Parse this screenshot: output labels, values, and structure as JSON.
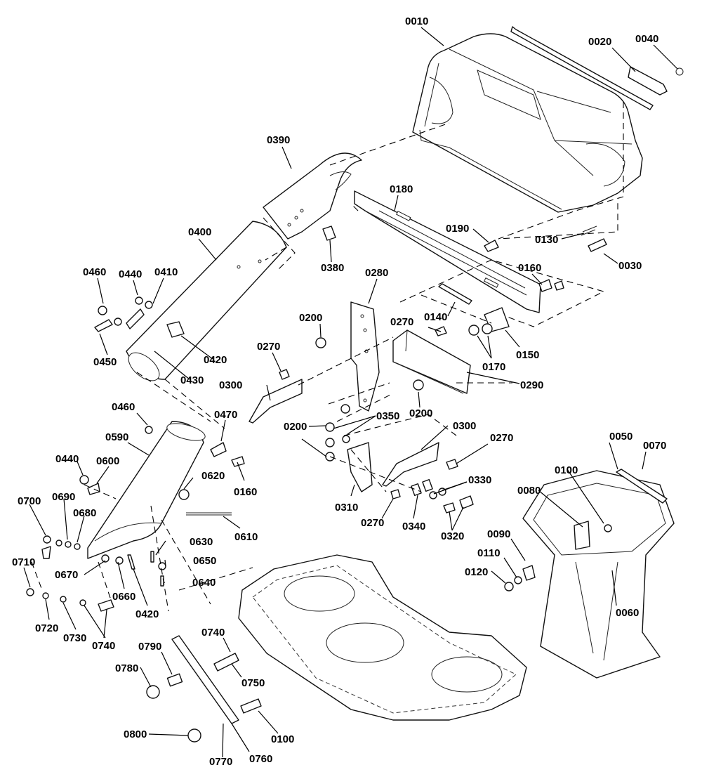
{
  "diagram": {
    "parts": [
      {
        "id": "p0010",
        "text": "0010"
      },
      {
        "id": "p0020",
        "text": "0020"
      },
      {
        "id": "p0040",
        "text": "0040"
      },
      {
        "id": "p0390",
        "text": "0390"
      },
      {
        "id": "p0180",
        "text": "0180"
      },
      {
        "id": "p0400",
        "text": "0400"
      },
      {
        "id": "p0190",
        "text": "0190"
      },
      {
        "id": "p0130",
        "text": "0130"
      },
      {
        "id": "p0030",
        "text": "0030"
      },
      {
        "id": "p0380",
        "text": "0380"
      },
      {
        "id": "p0280",
        "text": "0280"
      },
      {
        "id": "p0160a",
        "text": "0160"
      },
      {
        "id": "p0460a",
        "text": "0460"
      },
      {
        "id": "p0440a",
        "text": "0440"
      },
      {
        "id": "p0410",
        "text": "0410"
      },
      {
        "id": "p0200a",
        "text": "0200"
      },
      {
        "id": "p0140",
        "text": "0140"
      },
      {
        "id": "p0270a",
        "text": "0270"
      },
      {
        "id": "p0150",
        "text": "0150"
      },
      {
        "id": "p0450",
        "text": "0450"
      },
      {
        "id": "p0420a",
        "text": "0420"
      },
      {
        "id": "p0170",
        "text": "0170"
      },
      {
        "id": "p0270b",
        "text": "0270"
      },
      {
        "id": "p0430",
        "text": "0430"
      },
      {
        "id": "p0300a",
        "text": "0300"
      },
      {
        "id": "p0290",
        "text": "0290"
      },
      {
        "id": "p0200b",
        "text": "0200"
      },
      {
        "id": "p0460b",
        "text": "0460"
      },
      {
        "id": "p0470",
        "text": "0470"
      },
      {
        "id": "p0350",
        "text": "0350"
      },
      {
        "id": "p0200c",
        "text": "0200"
      },
      {
        "id": "p0300b",
        "text": "0300"
      },
      {
        "id": "p0590",
        "text": "0590"
      },
      {
        "id": "p0050",
        "text": "0050"
      },
      {
        "id": "p0070",
        "text": "0070"
      },
      {
        "id": "p0270c",
        "text": "0270"
      },
      {
        "id": "p0440b",
        "text": "0440"
      },
      {
        "id": "p0600",
        "text": "0600"
      },
      {
        "id": "p0160b",
        "text": "0160"
      },
      {
        "id": "p0100a",
        "text": "0100"
      },
      {
        "id": "p0620",
        "text": "0620"
      },
      {
        "id": "p0330",
        "text": "0330"
      },
      {
        "id": "p0080",
        "text": "0080"
      },
      {
        "id": "p0700",
        "text": "0700"
      },
      {
        "id": "p0690",
        "text": "0690"
      },
      {
        "id": "p0680",
        "text": "0680"
      },
      {
        "id": "p0310",
        "text": "0310"
      },
      {
        "id": "p0270d",
        "text": "0270"
      },
      {
        "id": "p0340",
        "text": "0340"
      },
      {
        "id": "p0320",
        "text": "0320"
      },
      {
        "id": "p0610",
        "text": "0610"
      },
      {
        "id": "p0090",
        "text": "0090"
      },
      {
        "id": "p0630",
        "text": "0630"
      },
      {
        "id": "p0710",
        "text": "0710"
      },
      {
        "id": "p0110",
        "text": "0110"
      },
      {
        "id": "p0650",
        "text": "0650"
      },
      {
        "id": "p0670",
        "text": "0670"
      },
      {
        "id": "p0120",
        "text": "0120"
      },
      {
        "id": "p0640",
        "text": "0640"
      },
      {
        "id": "p0660",
        "text": "0660"
      },
      {
        "id": "p0420b",
        "text": "0420"
      },
      {
        "id": "p0060",
        "text": "0060"
      },
      {
        "id": "p0720",
        "text": "0720"
      },
      {
        "id": "p0730",
        "text": "0730"
      },
      {
        "id": "p0740a",
        "text": "0740"
      },
      {
        "id": "p0740b",
        "text": "0740"
      },
      {
        "id": "p0790",
        "text": "0790"
      },
      {
        "id": "p0780",
        "text": "0780"
      },
      {
        "id": "p0750",
        "text": "0750"
      },
      {
        "id": "p0800",
        "text": "0800"
      },
      {
        "id": "p0100b",
        "text": "0100"
      },
      {
        "id": "p0760",
        "text": "0760"
      },
      {
        "id": "p0770",
        "text": "0770"
      }
    ]
  }
}
